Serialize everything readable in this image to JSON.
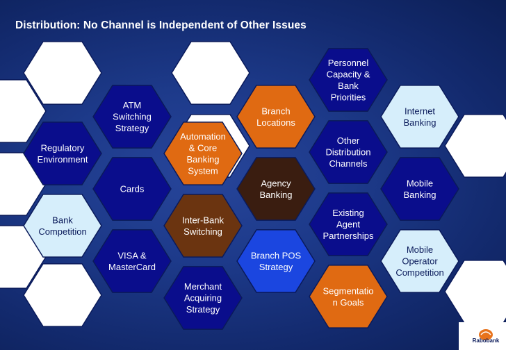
{
  "slide": {
    "title": "Distribution: No Channel is Independent of Other Issues"
  },
  "colors": {
    "background": "#1d3a8a",
    "white": "#ffffff",
    "navy": "#0a0d8c",
    "light_blue": "#d6eefb",
    "orange": "#e06a12",
    "brown": "#6b3410",
    "dark_brown": "#3a1d10",
    "royal_blue": "#1b46e0",
    "border": "#0a1a5a"
  },
  "hexagons": [
    {
      "id": "blank-1",
      "label": [],
      "color": "white"
    },
    {
      "id": "blank-2",
      "label": [],
      "color": "white"
    },
    {
      "id": "blank-3",
      "label": [],
      "color": "white"
    },
    {
      "id": "blank-4",
      "label": [],
      "color": "white"
    },
    {
      "id": "blank-5",
      "label": [],
      "color": "white"
    },
    {
      "id": "blank-6",
      "label": [],
      "color": "white"
    },
    {
      "id": "blank-7",
      "label": [],
      "color": "white"
    },
    {
      "id": "blank-8",
      "label": [],
      "color": "white"
    },
    {
      "id": "blank-9",
      "label": [],
      "color": "white"
    },
    {
      "id": "atm-switching-strategy",
      "label": [
        "ATM",
        "Switching",
        "Strategy"
      ],
      "color": "navy"
    },
    {
      "id": "cards",
      "label": [
        "Cards"
      ],
      "color": "navy"
    },
    {
      "id": "visa-mastercard",
      "label": [
        "VISA &",
        "MasterCard"
      ],
      "color": "navy"
    },
    {
      "id": "regulatory-environment",
      "label": [
        "Regulatory",
        "Environment"
      ],
      "color": "navy"
    },
    {
      "id": "bank-competition",
      "label": [
        "Bank",
        "Competition"
      ],
      "color": "light_blue"
    },
    {
      "id": "automation-core-banking",
      "label": [
        "Automation",
        "& Core",
        "Banking",
        "System"
      ],
      "color": "orange"
    },
    {
      "id": "inter-bank-switching",
      "label": [
        "Inter-Bank",
        "Switching"
      ],
      "color": "brown"
    },
    {
      "id": "merchant-acquiring-strategy",
      "label": [
        "Merchant",
        "Acquiring",
        "Strategy"
      ],
      "color": "navy"
    },
    {
      "id": "branch-locations",
      "label": [
        "Branch",
        "Locations"
      ],
      "color": "orange"
    },
    {
      "id": "agency-banking",
      "label": [
        "Agency",
        "Banking"
      ],
      "color": "dark_brown"
    },
    {
      "id": "branch-pos-strategy",
      "label": [
        "Branch POS",
        "Strategy"
      ],
      "color": "royal_blue"
    },
    {
      "id": "personnel-capacity",
      "label": [
        "Personnel",
        "Capacity &",
        "Bank",
        "Priorities"
      ],
      "color": "navy"
    },
    {
      "id": "other-distribution-channels",
      "label": [
        "Other",
        "Distribution",
        "Channels"
      ],
      "color": "navy"
    },
    {
      "id": "existing-agent-partnerships",
      "label": [
        "Existing",
        "Agent",
        "Partnerships"
      ],
      "color": "navy"
    },
    {
      "id": "segmentation-goals",
      "label": [
        "Segmentatio",
        "n Goals"
      ],
      "color": "orange"
    },
    {
      "id": "internet-banking",
      "label": [
        "Internet",
        "Banking"
      ],
      "color": "light_blue"
    },
    {
      "id": "mobile-banking",
      "label": [
        "Mobile",
        "Banking"
      ],
      "color": "navy"
    },
    {
      "id": "mobile-operator-competition",
      "label": [
        "Mobile",
        "Operator",
        "Competition"
      ],
      "color": "light_blue"
    }
  ],
  "logo": {
    "text": "Rabobank"
  }
}
